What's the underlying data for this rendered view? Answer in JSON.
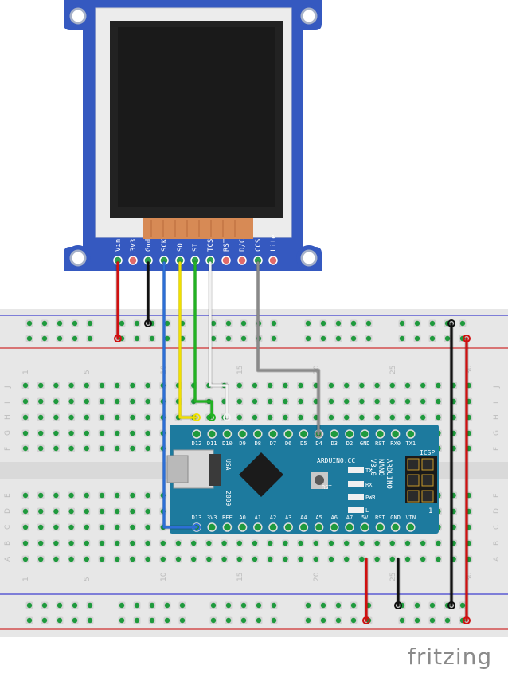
{
  "brand": "fritzing",
  "display": {
    "pins": [
      "Vin",
      "3v3",
      "Gnd",
      "SCK",
      "SO",
      "SI",
      "TCS",
      "RST",
      "D/C",
      "CCS",
      "Lite"
    ],
    "pin_colors": [
      "#2fa04f",
      "#e06a6a",
      "#2fa04f",
      "#2fa04f",
      "#2fa04f",
      "#2fa04f",
      "#2fa04f",
      "#e06a6a",
      "#e06a6a",
      "#2fa04f",
      "#e06a6a"
    ]
  },
  "breadboard": {
    "column_numbers": [
      "1",
      "5",
      "10",
      "15",
      "20",
      "25",
      "30"
    ],
    "row_letters_top": [
      "J",
      "I",
      "H",
      "G",
      "F"
    ],
    "row_letters_bottom": [
      "E",
      "D",
      "C",
      "B",
      "A"
    ]
  },
  "arduino": {
    "top_pins": [
      "D12",
      "D11",
      "D10",
      "D9",
      "D8",
      "D7",
      "D6",
      "D5",
      "D4",
      "D3",
      "D2",
      "GND",
      "RST",
      "RX0",
      "TX1"
    ],
    "bottom_pins": [
      "D13",
      "3V3",
      "REF",
      "A0",
      "A1",
      "A2",
      "A3",
      "A4",
      "A5",
      "A6",
      "A7",
      "5V",
      "RST",
      "GND",
      "VIN"
    ],
    "brand": "ARDUINO.CC",
    "model": [
      "ARDUINO",
      "NANO",
      "V3.0"
    ],
    "country": "USA",
    "year": "2009",
    "icsp": "ICSP",
    "reset_label": "RST",
    "led_labels": [
      "TX",
      "RX",
      "PWR",
      "L"
    ],
    "icsp_pin_number": "1"
  },
  "wires": [
    {
      "name": "vin-wire",
      "color": "#d01010"
    },
    {
      "name": "gnd-wire",
      "color": "#111111"
    },
    {
      "name": "sck-wire",
      "color": "#2d6fd6"
    },
    {
      "name": "so-wire",
      "color": "#f0e000"
    },
    {
      "name": "si-wire",
      "color": "#22b322"
    },
    {
      "name": "tcs-wire",
      "color": "#f2f2f2"
    },
    {
      "name": "ccs-wire",
      "color": "#8a8a8a"
    }
  ]
}
